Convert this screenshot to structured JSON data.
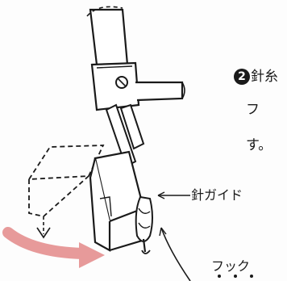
{
  "instruction": {
    "step_number": "2",
    "line1": "針糸",
    "line2": "フ",
    "line3": "す。"
  },
  "labels": {
    "needle_guide": "針ガイド",
    "hook": "フック"
  },
  "colors": {
    "line": "#1a1a1a",
    "arrow": "#e79a9a"
  }
}
